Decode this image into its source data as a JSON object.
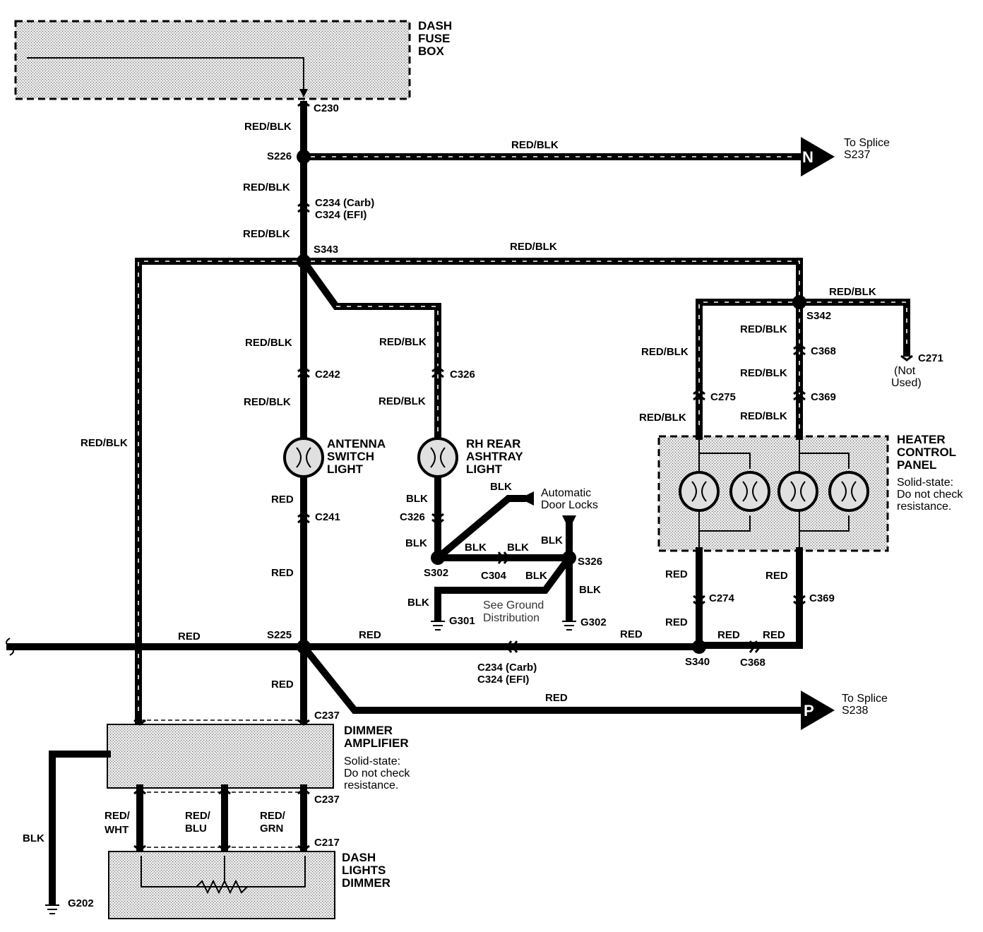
{
  "components": {
    "dash_fuse_box": [
      "DASH",
      "FUSE",
      "BOX"
    ],
    "antenna_switch_light": [
      "ANTENNA",
      "SWITCH",
      "LIGHT"
    ],
    "rh_rear_ashtray_light": [
      "RH REAR",
      "ASHTRAY",
      "LIGHT"
    ],
    "heater_control_panel": [
      "HEATER",
      "CONTROL",
      "PANEL"
    ],
    "heater_note": [
      "Solid-state:",
      "Do not check",
      "resistance."
    ],
    "dimmer_amplifier": [
      "DIMMER",
      "AMPLIFIER"
    ],
    "dimmer_note": [
      "Solid-state:",
      "Do not check",
      "resistance."
    ],
    "dash_lights_dimmer": [
      "DASH",
      "LIGHTS",
      "DIMMER"
    ],
    "automatic_door_locks": [
      "Automatic",
      "Door Locks"
    ],
    "not_used": [
      "(Not",
      "Used)"
    ],
    "ground_note": [
      "See Ground",
      "Distribution"
    ]
  },
  "offpage": {
    "n_letter": "N",
    "n_text": [
      "To Splice",
      "S237"
    ],
    "p_letter": "P",
    "p_text": [
      "To Splice",
      "S238"
    ]
  },
  "connectors": {
    "c230": "C230",
    "c234_324_top": [
      "C234 (Carb)",
      "C324 (EFI)"
    ],
    "c242": "C242",
    "c241": "C241",
    "c326a": "C326",
    "c326b": "C326",
    "c304": "C304",
    "c275": "C275",
    "c368a": "C368",
    "c369a": "C369",
    "c271": "C271",
    "c274": "C274",
    "c369b": "C369",
    "c368b": "C368",
    "c234_324_bottom": [
      "C234 (Carb)",
      "C324 (EFI)"
    ],
    "c237a": "C237",
    "c237b": "C237",
    "c217": "C217"
  },
  "splices": {
    "s226": "S226",
    "s343": "S343",
    "s342": "S342",
    "s302": "S302",
    "s326": "S326",
    "s225": "S225",
    "s340": "S340"
  },
  "grounds": {
    "g301": "G301",
    "g302": "G302",
    "g202": "G202"
  },
  "wires": {
    "w_top": "RED/BLK",
    "w_to_n": "RED/BLK",
    "w_s226_below": "RED/BLK",
    "w_above_s343": "RED/BLK",
    "w_s343_right": "RED/BLK",
    "w_s342_right": "RED/BLK",
    "w_left_vertical": "RED/BLK",
    "w_antenna_1": "RED/BLK",
    "w_antenna_2": "RED/BLK",
    "w_ashtray_1": "RED/BLK",
    "w_ashtray_2": "RED/BLK",
    "w_heater_l1": "RED/BLK",
    "w_heater_l2": "RED/BLK",
    "w_heater_r1": "RED/BLK",
    "w_heater_r2": "RED/BLK",
    "w_heater_r3": "RED/BLK",
    "w_antenna_red": "RED",
    "w_antenna_red2": "RED",
    "w_blk_1": "BLK",
    "w_blk_2": "BLK",
    "w_blk_3": "BLK",
    "w_blk_4": "BLK",
    "w_blk_5": "BLK",
    "w_blk_6": "BLK",
    "w_blk_7": "BLK",
    "w_blk_8": "BLK",
    "w_blk_9": "BLK",
    "w_blk_g202": "BLK",
    "w_red_main_left": "RED",
    "w_red_main_mid": "RED",
    "w_red_main_right": "RED",
    "w_red_heater_l1": "RED",
    "w_red_heater_l2": "RED",
    "w_red_heater_r1": "RED",
    "w_red_s340_1": "RED",
    "w_red_s340_2": "RED",
    "w_red_below_s225": "RED",
    "w_red_to_p": "RED",
    "w_red_wht": [
      "RED/",
      "WHT"
    ],
    "w_red_blu": [
      "RED/",
      "BLU"
    ],
    "w_red_grn": [
      "RED/",
      "GRN"
    ]
  }
}
